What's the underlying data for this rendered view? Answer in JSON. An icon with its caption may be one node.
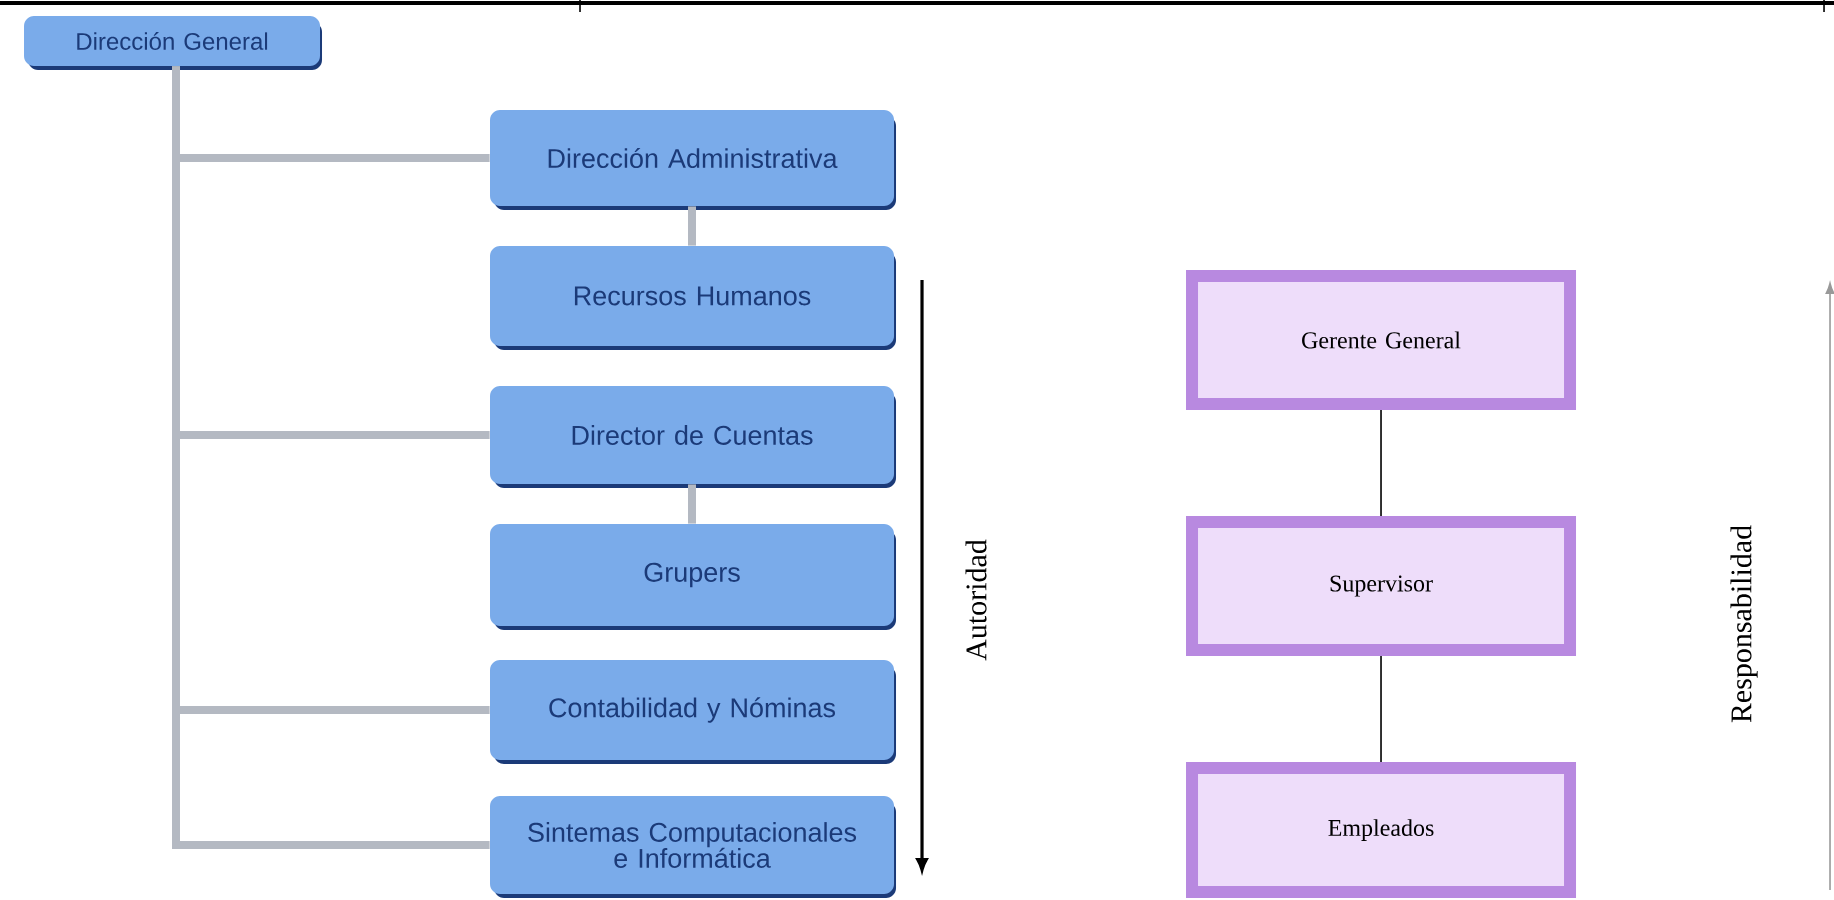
{
  "diagram": {
    "nodes": [
      {
        "text": [
          "Dirección General"
        ]
      },
      {
        "text": [
          "Dirección Administrativa"
        ]
      },
      {
        "text": [
          "Recursos Humanos"
        ]
      },
      {
        "text": [
          "Director de Cuentas"
        ]
      },
      {
        "text": [
          "Grupers"
        ]
      },
      {
        "text": [
          "Contabilidad y Nóminas"
        ]
      },
      {
        "text": [
          "Sintemas Computacionales e Informática"
        ]
      },
      {
        "text": [
          "Gerente General"
        ]
      },
      {
        "text": [
          "Supervisor"
        ]
      },
      {
        "text": [
          "Empleados"
        ]
      }
    ],
    "edges": [
      {
        "from": 0,
        "to": 1,
        "arrow": "none"
      },
      {
        "from": 1,
        "to": 2,
        "arrow": "none"
      },
      {
        "from": 0,
        "to": 3,
        "arrow": "none"
      },
      {
        "from": 3,
        "to": 4,
        "arrow": "none"
      },
      {
        "from": 0,
        "to": 5,
        "arrow": "none"
      },
      {
        "from": 0,
        "to": 6,
        "arrow": "none"
      },
      {
        "from": 7,
        "to": 8,
        "arrow": "none",
        "color": "#000000"
      },
      {
        "from": 8,
        "to": 9,
        "arrow": "none",
        "color": "#000000"
      }
    ],
    "labels": [
      "Autoridad",
      "Responsabilidad"
    ]
  }
}
